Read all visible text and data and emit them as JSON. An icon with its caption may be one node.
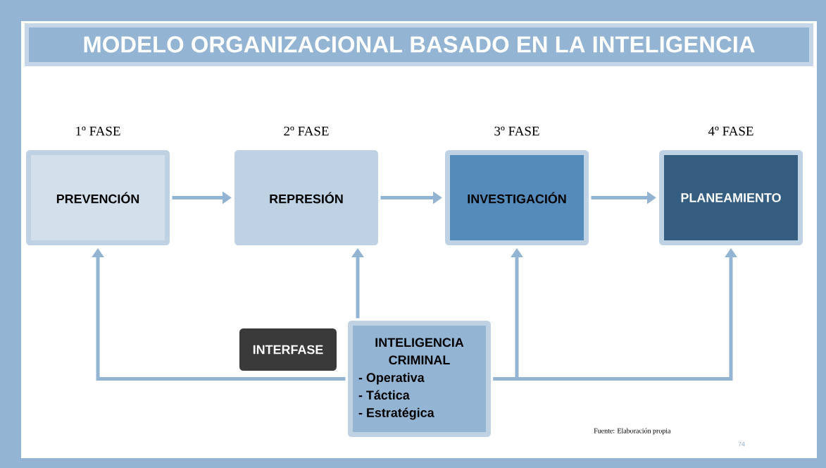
{
  "diagram": {
    "title": "MODELO ORGANIZACIONAL BASADO EN LA INTELIGENCIA",
    "nodes": [
      {
        "text": [
          "PREVENCIÓN"
        ],
        "beside": [
          "1º FASE"
        ]
      },
      {
        "text": [
          "REPRESIÓN"
        ],
        "beside": [
          "2º FASE"
        ]
      },
      {
        "text": [
          "INVESTIGACIÓN"
        ],
        "beside": [
          "3º FASE"
        ]
      },
      {
        "text": [
          "PLANEAMIENTO"
        ],
        "beside": [
          "4º FASE"
        ]
      },
      {
        "text": [
          "INTERFASE"
        ]
      },
      {
        "text": [
          "INTELIGENCIA CRIMINAL",
          "- Operativa",
          "- Táctica",
          "- Estratégica"
        ]
      }
    ],
    "edges": [
      {
        "from": 0,
        "to": 1,
        "arrow": "to"
      },
      {
        "from": 1,
        "to": 2,
        "arrow": "to"
      },
      {
        "from": 2,
        "to": 3,
        "arrow": "to"
      },
      {
        "from": 5,
        "to": 0,
        "arrow": "to"
      },
      {
        "from": 5,
        "to": 1,
        "arrow": "to"
      },
      {
        "from": 5,
        "to": 2,
        "arrow": "to"
      },
      {
        "from": 5,
        "to": 3,
        "arrow": "to"
      }
    ],
    "labels": [
      "Fuente: Elaboración propia",
      "74"
    ]
  }
}
